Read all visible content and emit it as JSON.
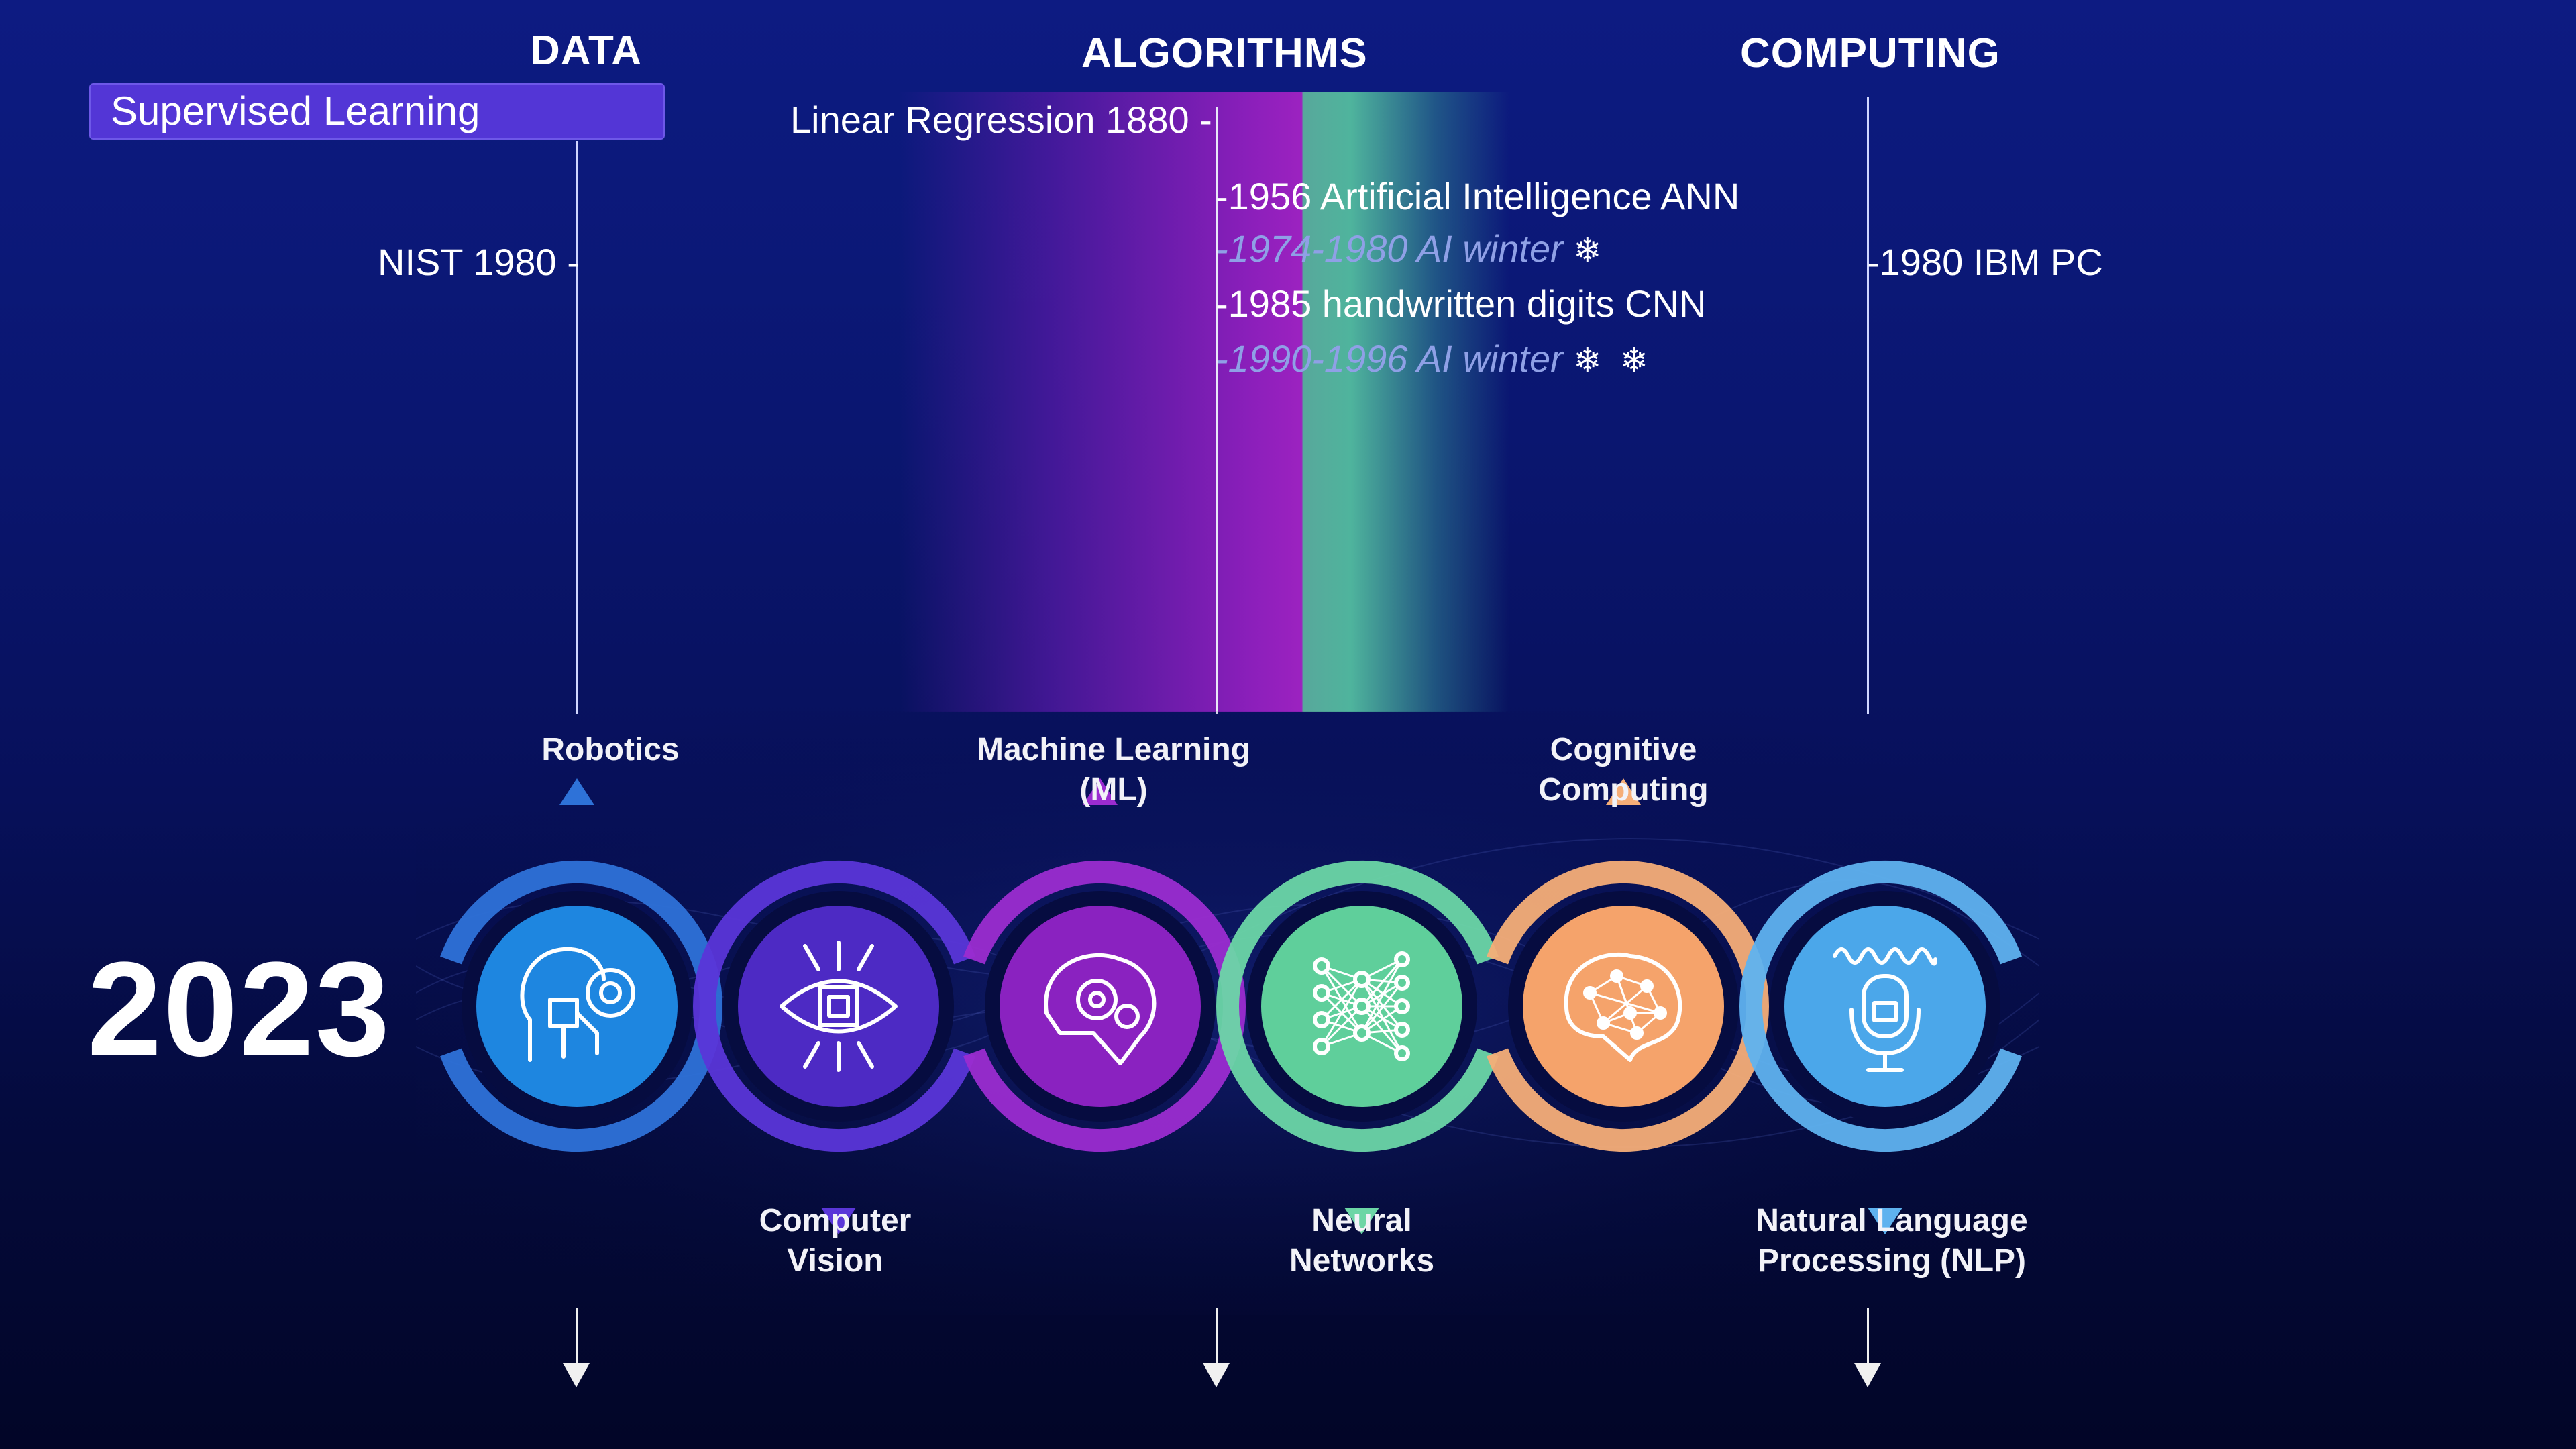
{
  "columns": {
    "data": "DATA",
    "algorithms": "ALGORITHMS",
    "computing": "COMPUTING"
  },
  "supervised_label": "Supervised Learning",
  "data_events": {
    "nist": "NIST 1980 -"
  },
  "algorithm_events": {
    "linear_regression": "Linear Regression 1880 -",
    "ai_1956": "-1956 Artificial Intelligence ANN",
    "winter_1": "-1974-1980 AI winter",
    "cnn_1985": "-1985 handwritten digits CNN",
    "winter_2": "-1990-1996 AI winter",
    "snowflake": "❄"
  },
  "computing_events": {
    "ibm_pc": "-1980 IBM PC"
  },
  "year": "2023",
  "nodes": [
    {
      "label_line1": "Robotics",
      "label_line2": "",
      "color": "#1e86e0",
      "ring": "#2e72d8",
      "icon": "robot-head-gear-icon"
    },
    {
      "label_line1": "Computer",
      "label_line2": "Vision",
      "color": "#4d2ac4",
      "ring": "#5a36d8",
      "icon": "eye-chip-icon"
    },
    {
      "label_line1": "Machine Learning",
      "label_line2": "(ML)",
      "color": "#8a22c0",
      "ring": "#9b2cd0",
      "icon": "brain-gear-icon"
    },
    {
      "label_line1": "Neural",
      "label_line2": "Networks",
      "color": "#5fcf9b",
      "ring": "#6cd6a6",
      "icon": "neural-network-icon"
    },
    {
      "label_line1": "Cognitive",
      "label_line2": "Computing",
      "color": "#f5a36b",
      "ring": "#f6ae78",
      "icon": "brain-network-icon"
    },
    {
      "label_line1": "Natural Language",
      "label_line2": "Processing (NLP)",
      "color": "#4ba7ea",
      "ring": "#5fb2ef",
      "icon": "microphone-wave-icon"
    }
  ]
}
